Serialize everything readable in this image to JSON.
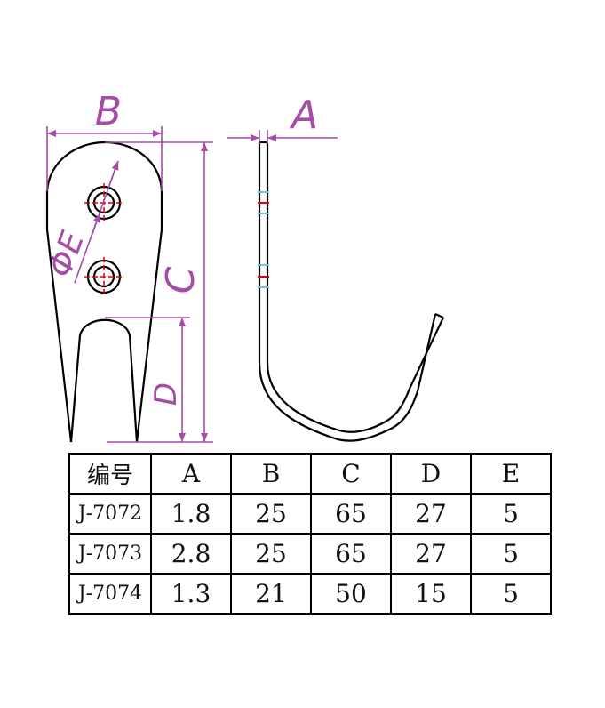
{
  "diagram": {
    "dimension_labels": {
      "a": "A",
      "b": "B",
      "c": "C",
      "d": "D",
      "e": "ΦE"
    },
    "colors": {
      "outline": "#000000",
      "dimension": "#a64ca6",
      "centerline": "#e00000",
      "section": "#6fc3d6"
    }
  },
  "table": {
    "headers": [
      "编号",
      "A",
      "B",
      "C",
      "D",
      "E"
    ],
    "rows": [
      [
        "J-7072",
        "1.8",
        "25",
        "65",
        "27",
        "5"
      ],
      [
        "J-7073",
        "2.8",
        "25",
        "65",
        "27",
        "5"
      ],
      [
        "J-7074",
        "1.3",
        "21",
        "50",
        "15",
        "5"
      ]
    ]
  }
}
